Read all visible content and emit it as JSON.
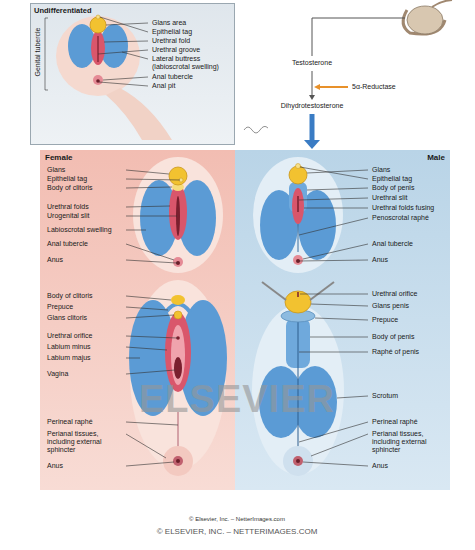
{
  "diagram": {
    "nodes": [
      {
        "text": [
          "Undifferentiated"
        ]
      },
      {
        "text": [
          "Female"
        ]
      },
      {
        "text": [
          "Male"
        ]
      }
    ],
    "labels": [
      "Glans area",
      "Epithelial tag",
      "Urethral fold",
      "Urethral groove",
      "Lateral buttress (labioscrotal swelling)",
      "Anal tubercle",
      "Anal pit",
      "Genital tubercle",
      "Testosterone",
      "5α-Reductase",
      "Dihydrotestosterone",
      "Glans",
      "Epithelial tag",
      "Body of clitoris",
      "Urethral folds",
      "Urogenital slit",
      "Labioscrotal swelling",
      "Anal tubercle",
      "Anus",
      "Body of clitoris",
      "Prepuce",
      "Glans clitoris",
      "Urethral orifice",
      "Labium minus",
      "Labium majus",
      "Vagina",
      "Perineal raphé",
      "Perianal tissues, including external sphincter",
      "Anus",
      "Glans",
      "Epithelial tag",
      "Body of penis",
      "Urethral slit",
      "Urethral folds fusing",
      "Penoscrotal raphé",
      "Anal tubercle",
      "Anus",
      "Urethral orifice",
      "Glans penis",
      "Prepuce",
      "Body of penis",
      "Raphé of penis",
      "Scrotum",
      "Perineal raphé",
      "Perianal tissues, including external sphincter",
      "Anus",
      "ELSEVIER",
      "© Elsevier, Inc. – NetterImages.com",
      "© ELSEVIER, INC. – NETTERIMAGES.COM"
    ]
  }
}
